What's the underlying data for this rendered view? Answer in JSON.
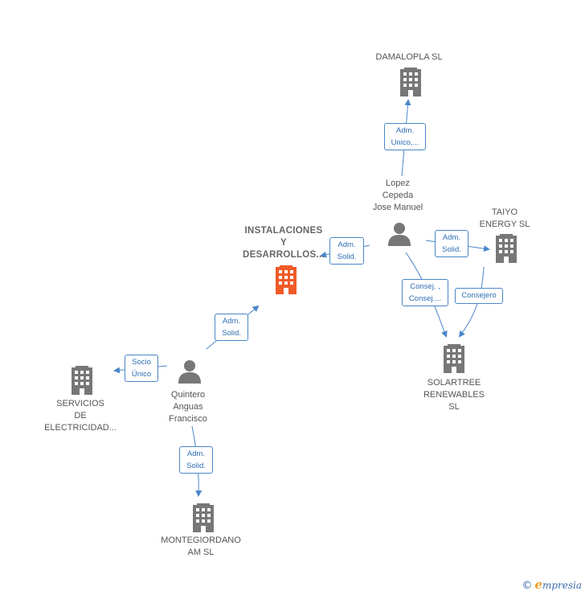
{
  "nodes": {
    "damalopla": {
      "label": "DAMALOPLA  SL",
      "kind": "company"
    },
    "lopez": {
      "label": "Lopez\nCepeda\nJose Manuel",
      "kind": "person"
    },
    "taiyo": {
      "label": "TAIYO\nENERGY  SL",
      "kind": "company"
    },
    "instalaciones": {
      "label": "INSTALACIONES\nY\nDESARROLLOS...",
      "kind": "company",
      "highlight": true
    },
    "solartree": {
      "label": "SOLARTREE\nRENEWABLES\nSL",
      "kind": "company"
    },
    "quintero": {
      "label": "Quintero\nAnguas\nFrancisco",
      "kind": "person"
    },
    "servicios": {
      "label": "SERVICIOS\nDE\nELECTRICIDAD...",
      "kind": "company"
    },
    "montegiordano": {
      "label": "MONTEGIORDANO\nAM  SL",
      "kind": "company"
    }
  },
  "edges": {
    "lopez_damalopla": "Adm.\nUnico,...",
    "lopez_instalaciones": "Adm.\nSolid.",
    "lopez_taiyo": "Adm.\nSolid.",
    "lopez_solartree": "Consej. ,\nConsej....",
    "taiyo_solartree": "Consejero",
    "quintero_instalaciones": "Adm.\nSolid.",
    "quintero_servicios": "Socio\nÚnico",
    "quintero_montegiordano": "Adm.\nSolid."
  },
  "colors": {
    "edge": "#4a86c8",
    "company_icon": "#777777",
    "highlight_icon": "#f05a28",
    "person_icon": "#777777"
  },
  "footer": {
    "copyright": "©",
    "brand_initial": "e",
    "brand_rest": "mpresia"
  }
}
